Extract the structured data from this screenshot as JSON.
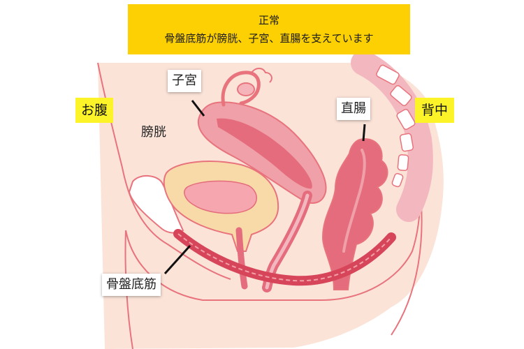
{
  "header": {
    "title": "正常",
    "subtitle": "骨盤底筋が膀胱、子宮、直腸を支えています"
  },
  "side_labels": {
    "front": "お腹",
    "back": "背中"
  },
  "organ_labels": {
    "uterus": "子宮",
    "bladder": "膀胱",
    "rectum": "直腸",
    "pelvic_floor": "骨盤底筋"
  },
  "colors": {
    "title_bg": "#fdd003",
    "side_label_bg": "#fcf428",
    "skin": "#fbe3d8",
    "outline": "#e8737d",
    "organ_pink": "#f0a0a8",
    "organ_deep": "#e46c7c",
    "bladder_fill": "#f8d9a8",
    "muscle": "#d7455a"
  }
}
